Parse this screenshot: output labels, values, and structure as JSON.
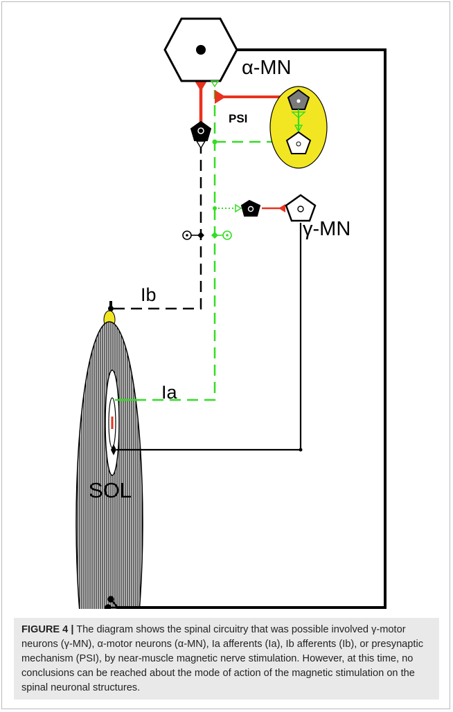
{
  "diagram": {
    "labels": {
      "alpha_mn": "α-MN",
      "gamma_mn": "γ-MN",
      "psi": "PSI",
      "ib": "Ib",
      "ia": "Ia",
      "sol": "SOL"
    },
    "colors": {
      "excitatory": "#e8321e",
      "ia_afferent": "#33dd22",
      "psi_cell": "#f2e622",
      "muscle_tip": "#f2e622",
      "black": "#000000",
      "grey_neuron": "#7a7a7a"
    },
    "icons": [
      "hexagon-neuron-icon",
      "pentagon-neuron-icon",
      "spindle-icon",
      "muscle-icon"
    ]
  },
  "caption": {
    "label": "FIGURE 4 |",
    "text": " The diagram shows the spinal circuitry that was possible involved γ-motor neurons (γ-MN), α-motor neurons (α-MN), Ia afferents (Ia), Ib afferents (Ib), or presynaptic mechanism (PSI), by near-muscle magnetic nerve stimulation. However, at this time, no conclusions can be reached about the mode of action of the magnetic stimulation on the spinal neuronal structures."
  }
}
